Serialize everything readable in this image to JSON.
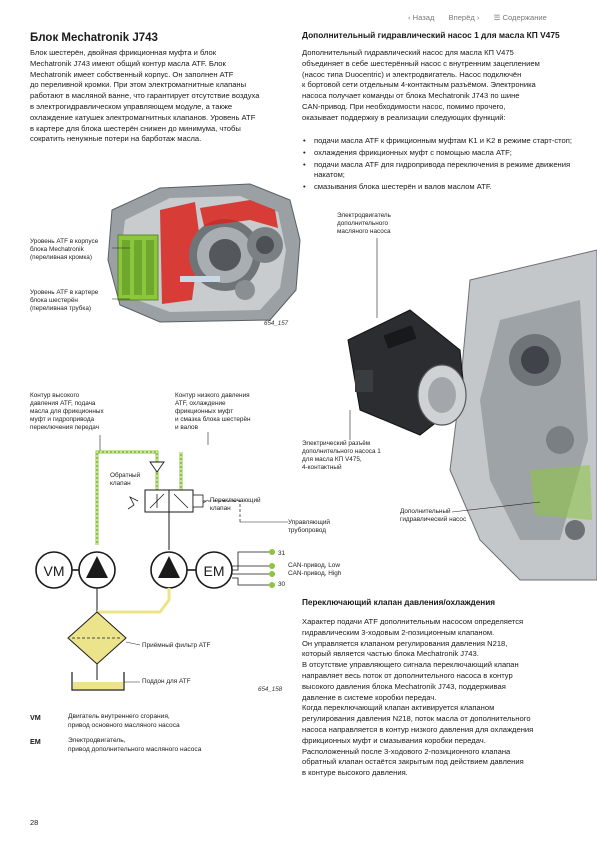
{
  "nav": {
    "back": "‹ Назад",
    "forward": "Вперёд ›",
    "contents": "☰ Содержание"
  },
  "left": {
    "title": "Блок Mechatronik J743",
    "intro": "Блок шестерён, двойная фрикционная муфта и блок\nMechatronik J743 имеют общий контур масла ATF. Блок\nMechatronik имеет собственный корпус. Он заполнен ATF\nдо переливной кромки. При этом электромагнитные клапаны\nработают в масляной ванне, что гарантирует отсутствие воздуха\nв электрогидравлическом управляющем модуле, а также\nохлаждение катушек электромагнитных клапанов. Уровень ATF\nв картере для блока шестерён снижен до минимума, чтобы\nсократить ненужные потери на барботаж масла.",
    "photo_labels": [
      "Уровень ATF в корпусе\nблока Mechatronik\n(переливная кромка)",
      "Уровень ATF в картере\nблока шестерён\n(переливная трубка)"
    ],
    "photo_code": "654_157",
    "diagram_labels": {
      "high_pressure": "Контур высокого\nдавления ATF, подача\nмасла для фрикционных\nмуфт и гидропривода\nпереключения передач",
      "low_pressure": "Контур низкого давления\nATF, охлаждение\nфрикционных муфт\nи смазка блока шестерён\nи валов",
      "check_valve": "Обратный\nклапан",
      "switch_valve": "Переключающий\nклапан",
      "control_pipe": "Управляющий\nтрубопровод",
      "vm": "VM",
      "em": "EM",
      "pin31": "31",
      "can_low": "CAN-привод, Low",
      "can_high": "CAN-привод, High",
      "pin30": "30",
      "filter": "Приёмный фильтр ATF",
      "sump": "Поддон для ATF",
      "code": "654_158"
    },
    "legend": [
      {
        "key": "VM",
        "value": "Двигатель внутреннего сгорания,\nпривод основного масляного насоса"
      },
      {
        "key": "EM",
        "value": "Электродвигатель,\nпривод дополнительного масляного насоса"
      }
    ]
  },
  "right": {
    "title": "Дополнительный гидравлический насос 1 для масла КП V475",
    "intro": "Дополнительный гидравлический насос для масла КП V475\nобъединяет в себе шестерённый насос с внутренним зацеплением\n(насос типа Duocentric) и электродвигатель. Насос подключён\nк бортовой сети отдельным 4-контактным разъёмом. Электроника\nнасоса получает команды от блока Mechatronik J743 по шине\nCAN-привод. При необходимости насос, помимо прочего,\nоказывает поддержку в реализации следующих функций:",
    "bullets": [
      "подачи масла ATF к фрикционным муфтам K1 и K2 в режиме старт-стоп;",
      "охлаждения фрикционных муфт с помощью масла ATF;",
      "подачи масла ATF для гидропривода переключения в режиме движения накатом;",
      "смазывания блока шестерён и валов маслом ATF."
    ],
    "pump_labels": {
      "motor": "Электродвигатель\nдополнительного\nмасляного насоса",
      "connector": "Электрический разъём\nдополнительного насоса 1\nдля масла КП V475,\n4-контактный",
      "pump": "Дополнительный\nгидравлический насос"
    },
    "section_title": "Переключающий клапан давления/охлаждения",
    "section_text": "Характер подачи ATF дополнительным насосом определяется\nгидравлическим 3-ходовым 2-позиционным клапаном.\nОн управляется клапаном регулирования давления N218,\nкоторый является частью блока Mechatronik J743.\nВ отсутствие управляющего сигнала переключающий клапан\nнаправляет весь поток от дополнительного насоса в контур\nвысокого давления блока Mechatronik J743, поддерживая\nдавление в системе коробки передач.\nКогда переключающий клапан активируется клапаном\nрегулирования давления N218, поток масла от дополнительного\nнасоса направляется в контур низкого давления для охлаждения\nфрикционных муфт и смазывания коробки передач.\nРасположенный после 3-ходового 2-позиционного клапана\nобратный клапан остаётся закрытым под действием давления\nв контуре высокого давления."
  },
  "page_number": "28",
  "colors": {
    "accent_green": "#8cc63e",
    "filter_yellow": "#ece48a",
    "housing_red": "#d9231b"
  }
}
